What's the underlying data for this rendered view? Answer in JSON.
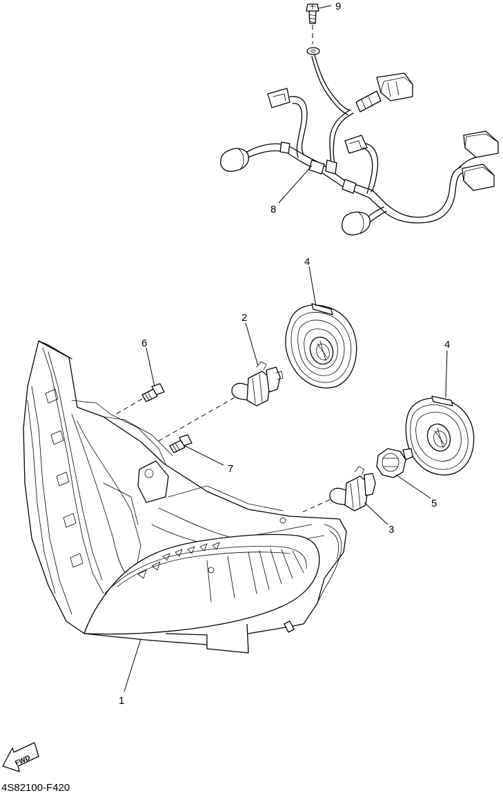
{
  "diagram": {
    "callouts": [
      {
        "id": "c9",
        "label": "9"
      },
      {
        "id": "c8",
        "label": "8"
      },
      {
        "id": "c4a",
        "label": "4"
      },
      {
        "id": "c2",
        "label": "2"
      },
      {
        "id": "c6",
        "label": "6"
      },
      {
        "id": "c4b",
        "label": "4"
      },
      {
        "id": "c7",
        "label": "7"
      },
      {
        "id": "c5",
        "label": "5"
      },
      {
        "id": "c3",
        "label": "3"
      },
      {
        "id": "c1",
        "label": "1"
      }
    ],
    "fwd_label": "FWD",
    "part_code": "4S82100-F420"
  }
}
